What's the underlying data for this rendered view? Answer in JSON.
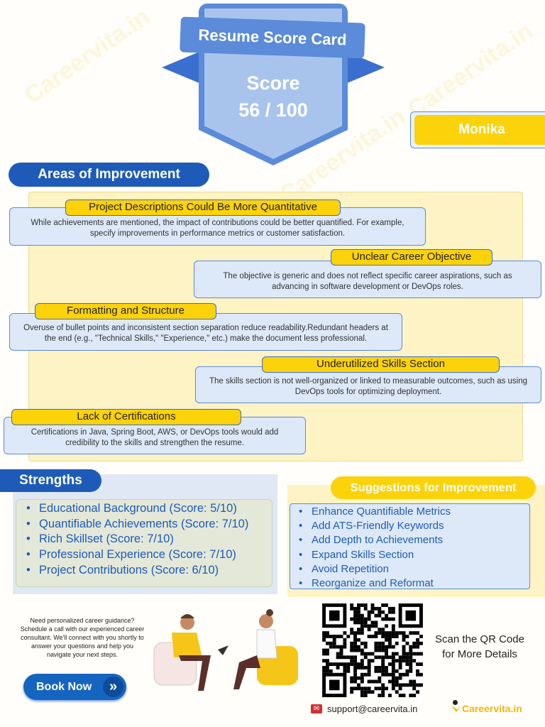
{
  "header": {
    "title": "Resume Score Card",
    "score_label": "Score",
    "score": "56 / 100",
    "candidate_name": "Monika"
  },
  "areas": {
    "heading": "Areas of Improvement",
    "items": [
      {
        "title": "Project Descriptions Could Be More Quantitative",
        "text": "While achievements are mentioned, the impact of contributions could be better quantified. For example, specify improvements in performance metrics or customer satisfaction."
      },
      {
        "title": "Unclear Career Objective",
        "text": "The objective is generic and does not reflect specific career aspirations, such as advancing in software development or DevOps roles."
      },
      {
        "title": "Formatting and Structure",
        "text": "Overuse of bullet points and inconsistent section separation reduce readability.Redundant headers at the end (e.g., \"Technical Skills,\" \"Experience,\" etc.) make the document less professional."
      },
      {
        "title": "Underutilized Skills Section",
        "text": "The skills section is not well-organized or linked to measurable outcomes, such as using DevOps tools for optimizing deployment."
      },
      {
        "title": "Lack of Certifications",
        "text": "Certifications in Java, Spring Boot, AWS, or DevOps tools would add credibility to the skills and strengthen the resume."
      }
    ]
  },
  "strengths": {
    "heading": "Strengths",
    "items": [
      "Educational Background (Score: 5/10)",
      "Quantifiable Achievements (Score: 7/10)",
      "Rich Skillset (Score: 7/10)",
      "Professional Experience (Score: 7/10)",
      "Project Contributions (Score: 6/10)"
    ]
  },
  "suggestions": {
    "heading": "Suggestions for Improvement",
    "items": [
      "Enhance Quantifiable Metrics",
      "Add ATS-Friendly Keywords",
      "Add Depth to Achievements",
      "Expand Skills Section",
      "Avoid Repetition",
      "Reorganize and Reformat"
    ]
  },
  "footer": {
    "cta_text": "Need personalized career guidance? Schedule a call with our experienced career consultant. We'll connect with you shortly to answer your questions and help you navigate your next steps.",
    "book_label": "Book Now",
    "book_icon": "»",
    "qr_text": "Scan the QR Code for More Details",
    "email": "support@careervita.in",
    "brand": "Careervita.in",
    "watermark": "Careervita.in"
  },
  "colors": {
    "blue": "#1e5bb8",
    "yellow": "#fcd20a",
    "light_blue": "#dde9f8"
  }
}
